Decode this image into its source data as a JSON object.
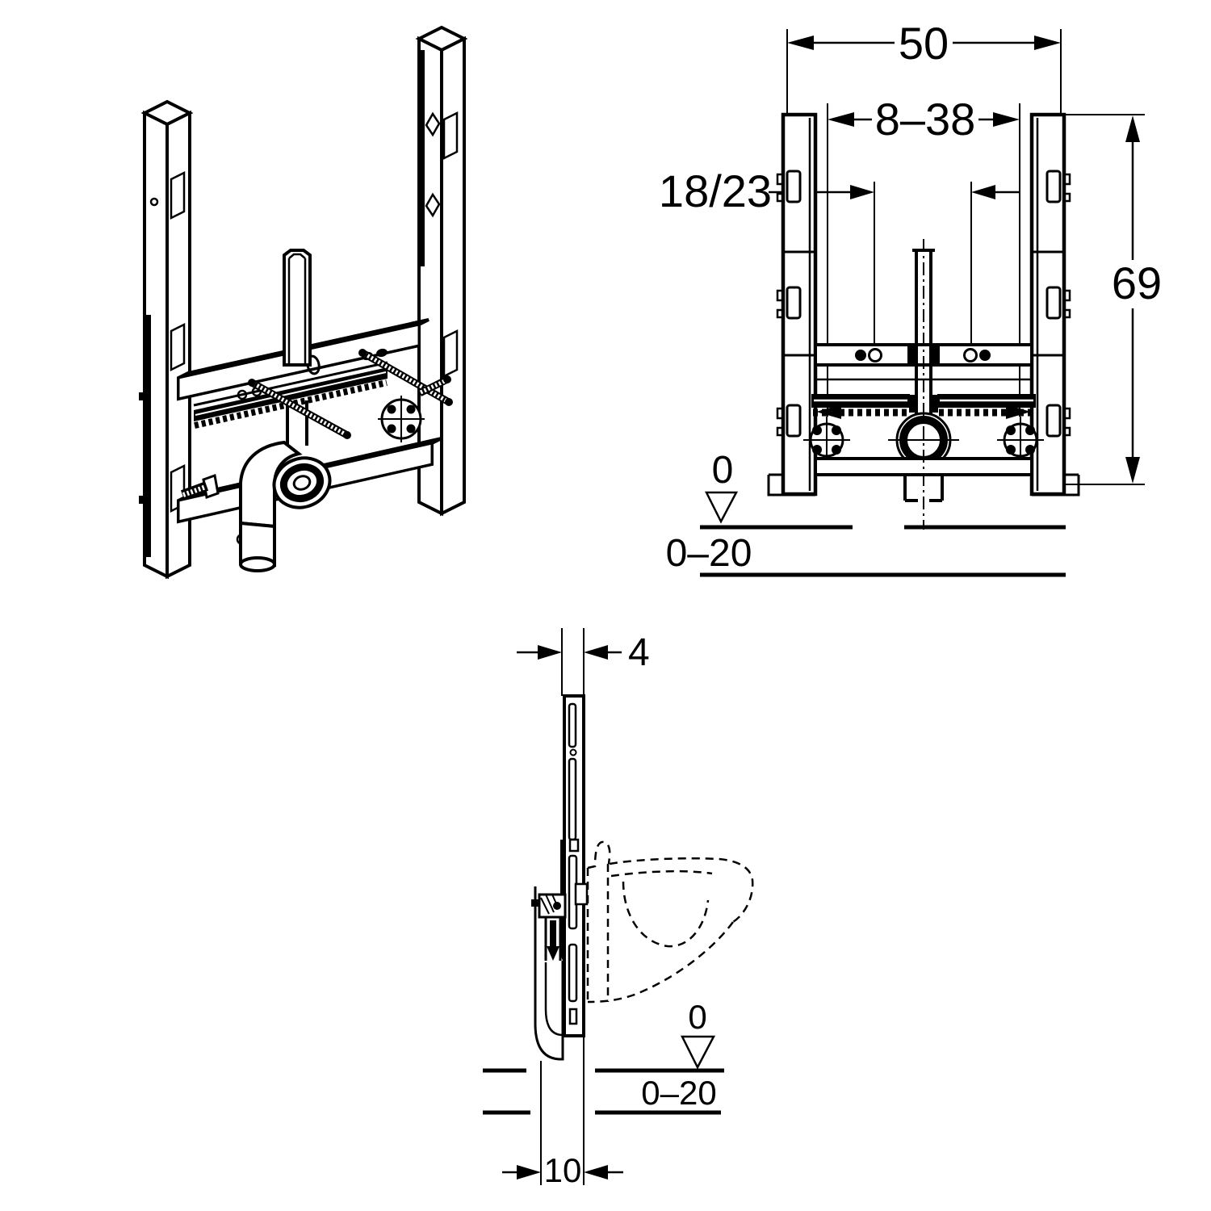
{
  "colors": {
    "ink": "#000000",
    "paper": "#ffffff"
  },
  "front_view": {
    "dim_overall_width": "50",
    "dim_rail_spacing": "8–38",
    "dim_anchor": "18/23",
    "dim_height": "69",
    "level_zero": "0",
    "floor_range": "0–20"
  },
  "side_view": {
    "dim_rail_depth": "4",
    "level_zero": "0",
    "floor_range": "0–20",
    "dim_outlet_offset": "10"
  }
}
